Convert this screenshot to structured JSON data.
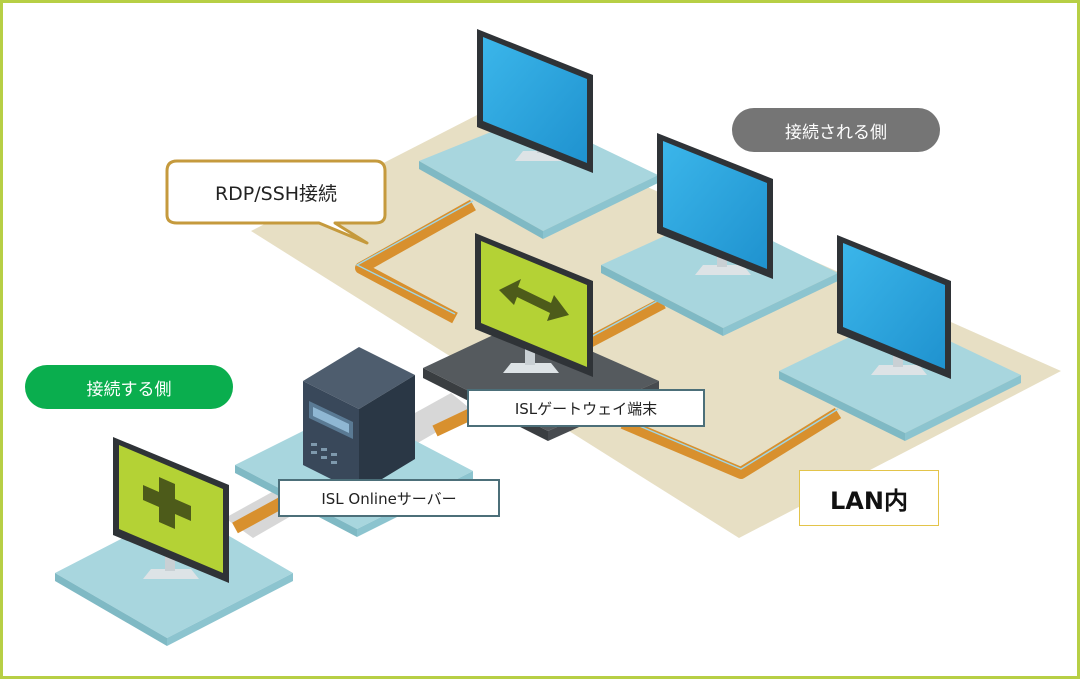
{
  "labels": {
    "connected_side": "接続される側",
    "connecting_side": "接続する側",
    "protocol": "RDP/SSH接続",
    "gateway": "ISLゲートウェイ端末",
    "server": "ISL Onlineサーバー",
    "lan": "LAN内"
  },
  "colors": {
    "frame": "#b7cf45",
    "lan_area": "#e7dfc4",
    "platform": "#a8d6de",
    "cable": "#d8902e",
    "screen_blue": "#2ba6e0",
    "screen_green": "#b4d235",
    "connected_pill": "#757575",
    "connecting_pill": "#0aae4e",
    "callout_border": "#c59a3d"
  },
  "icons": {
    "gateway_screen": "double-arrow-icon",
    "client_screen": "plus-icon"
  }
}
